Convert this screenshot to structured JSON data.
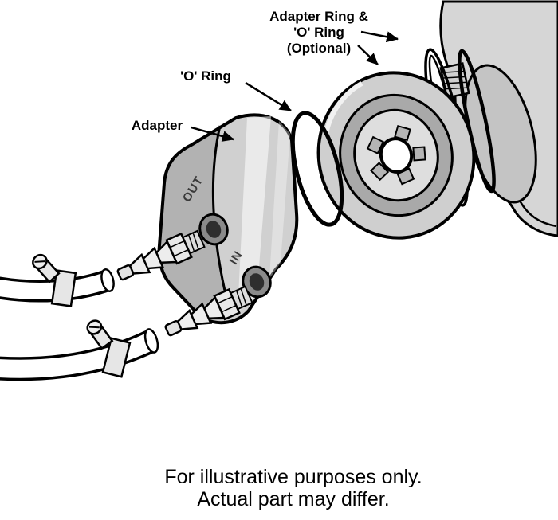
{
  "diagram": {
    "labels": {
      "top_line1": "Adapter Ring &",
      "top_line2": "'O' Ring",
      "top_line3": "(Optional)",
      "o_ring": "'O' Ring",
      "adapter": "Adapter",
      "port_out": "OUT",
      "port_in": "IN"
    },
    "caption": {
      "line1": "For illustrative purposes only.",
      "line2": "Actual part may differ."
    },
    "colors": {
      "background": "#ffffff",
      "line": "#000000",
      "metal_light": "#e2e2e2",
      "metal_mid": "#cfcfcf",
      "metal_dark": "#a9a9a9"
    }
  }
}
